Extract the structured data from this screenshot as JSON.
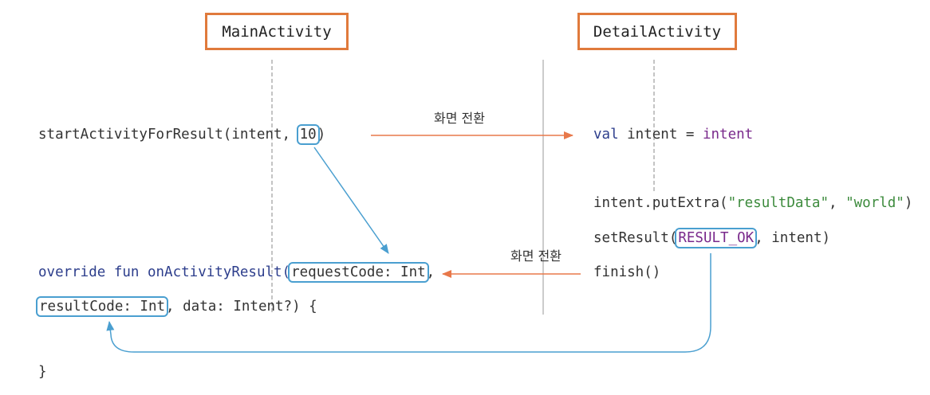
{
  "headers": {
    "main": "MainActivity",
    "detail": "DetailActivity"
  },
  "arrow_labels": {
    "forward": "화면 전환",
    "back": "화면 전환"
  },
  "main_code": {
    "start_prefix": "startActivityForResult(intent, ",
    "start_hl": "10",
    "start_suffix": ")",
    "override_kw": "override fun",
    "override_fn": " onActivityResult(",
    "override_hl": "requestCode: Int",
    "override_suffix": ",",
    "result_hl": "resultCode: Int",
    "result_suffix": ", data: Intent?) {",
    "close_brace": "}"
  },
  "detail_code": {
    "val_kw": "val",
    "val_mid": " intent = ",
    "val_ref": "intent",
    "put_prefix": "intent.putExtra(",
    "put_arg1": "\"resultData\"",
    "put_sep": ", ",
    "put_arg2": "\"world\"",
    "put_suffix": ")",
    "set_prefix": "setResult(",
    "set_hl": "RESULT_OK",
    "set_suffix": ", intent)",
    "finish": "finish()"
  },
  "colors": {
    "header_border": "#e07a3c",
    "orange_arrow": "#e8784a",
    "blue_arrow": "#4a9fd0",
    "keyword": "#2d3e8c",
    "purple": "#7a2a8c",
    "string": "#3d8b3d"
  }
}
